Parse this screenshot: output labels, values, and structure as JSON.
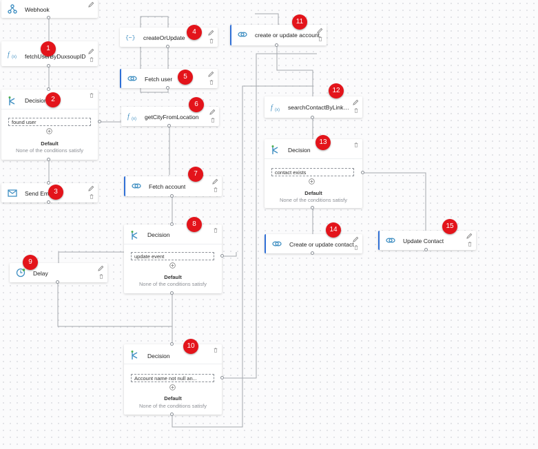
{
  "nodes": {
    "webhook": {
      "title": "Webhook"
    },
    "fetch_user_by_id": {
      "title": "fetchUserByDuxsoupID"
    },
    "decision_1": {
      "title": "Decision",
      "condition": "found user",
      "default": "Default",
      "default_sub": "None of the conditions satisfy"
    },
    "send_email": {
      "title": "Send Email"
    },
    "create_or_update": {
      "title": "createOrUpdate"
    },
    "fetch_user": {
      "title": "Fetch user"
    },
    "get_city": {
      "title": "getCityFromLocation"
    },
    "fetch_account": {
      "title": "Fetch account"
    },
    "decision_2": {
      "title": "Decision",
      "condition": "update event",
      "default": "Default",
      "default_sub": "None of the conditions satisfy"
    },
    "delay": {
      "title": "Delay"
    },
    "decision_3": {
      "title": "Decision",
      "condition": "Account name not null an...",
      "default": "Default",
      "default_sub": "None of the conditions satisfy"
    },
    "create_update_account": {
      "title": "create or update account"
    },
    "search_contact": {
      "title": "searchContactByLinke..."
    },
    "decision_4": {
      "title": "Decision",
      "condition": "contact exists",
      "default": "Default",
      "default_sub": "None of the conditions satisfy"
    },
    "create_update_contact": {
      "title": "Create or update contact"
    },
    "update_contact": {
      "title": "Update Contact"
    }
  },
  "badges": [
    "1",
    "2",
    "3",
    "4",
    "5",
    "6",
    "7",
    "8",
    "9",
    "10",
    "11",
    "12",
    "13",
    "14",
    "15"
  ],
  "colors": {
    "badge": "#e3141b",
    "accent": "#2f6fd6",
    "icon": "#3f8fc2",
    "wire": "#a3a7ad"
  }
}
